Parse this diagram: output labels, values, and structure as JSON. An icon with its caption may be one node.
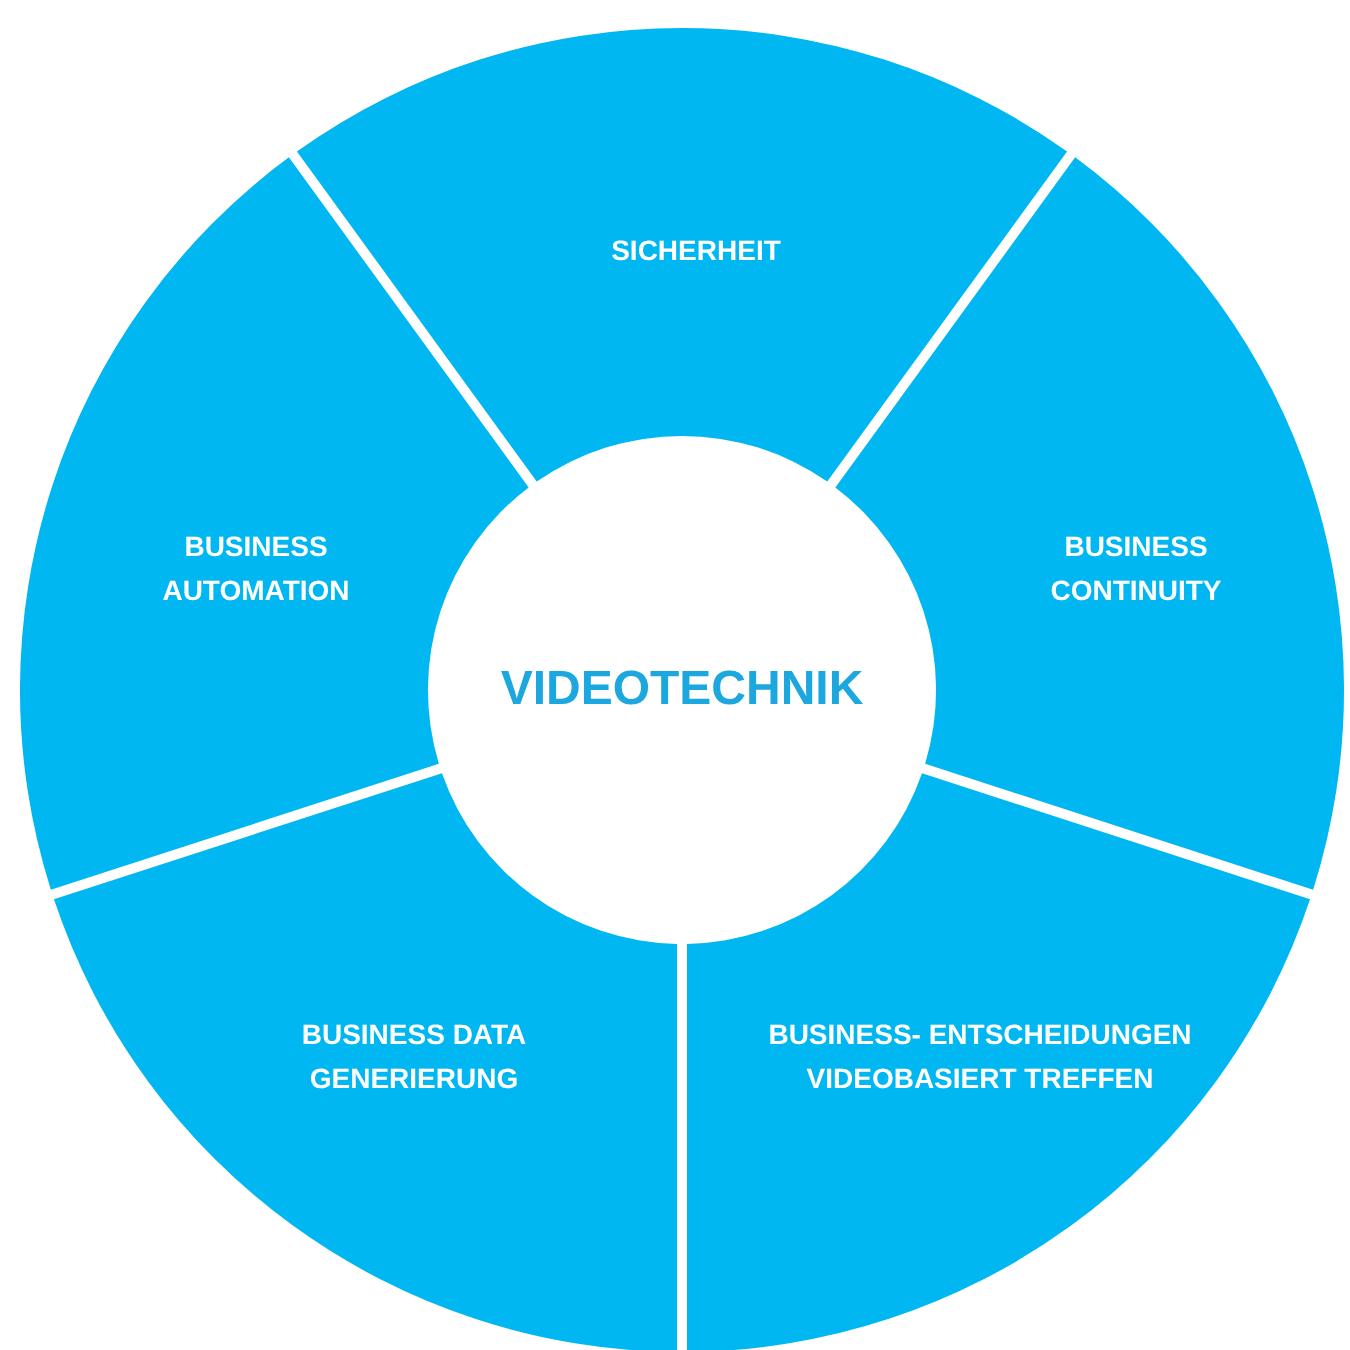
{
  "diagram": {
    "nodes": [
      {
        "text": [
          "VIDEOTECHNIK"
        ]
      },
      {
        "text": [
          "SICHERHEIT"
        ]
      },
      {
        "text": [
          "BUSINESS CONTINUITY"
        ]
      },
      {
        "text": [
          "BUSINESS- ENTSCHEIDUNGEN VIDEOBASIERT TREFFEN"
        ]
      },
      {
        "text": [
          "BUSINESS DATA GENERIERUNG"
        ]
      },
      {
        "text": [
          "BUSINESS AUTOMATION"
        ]
      }
    ],
    "edges": []
  }
}
